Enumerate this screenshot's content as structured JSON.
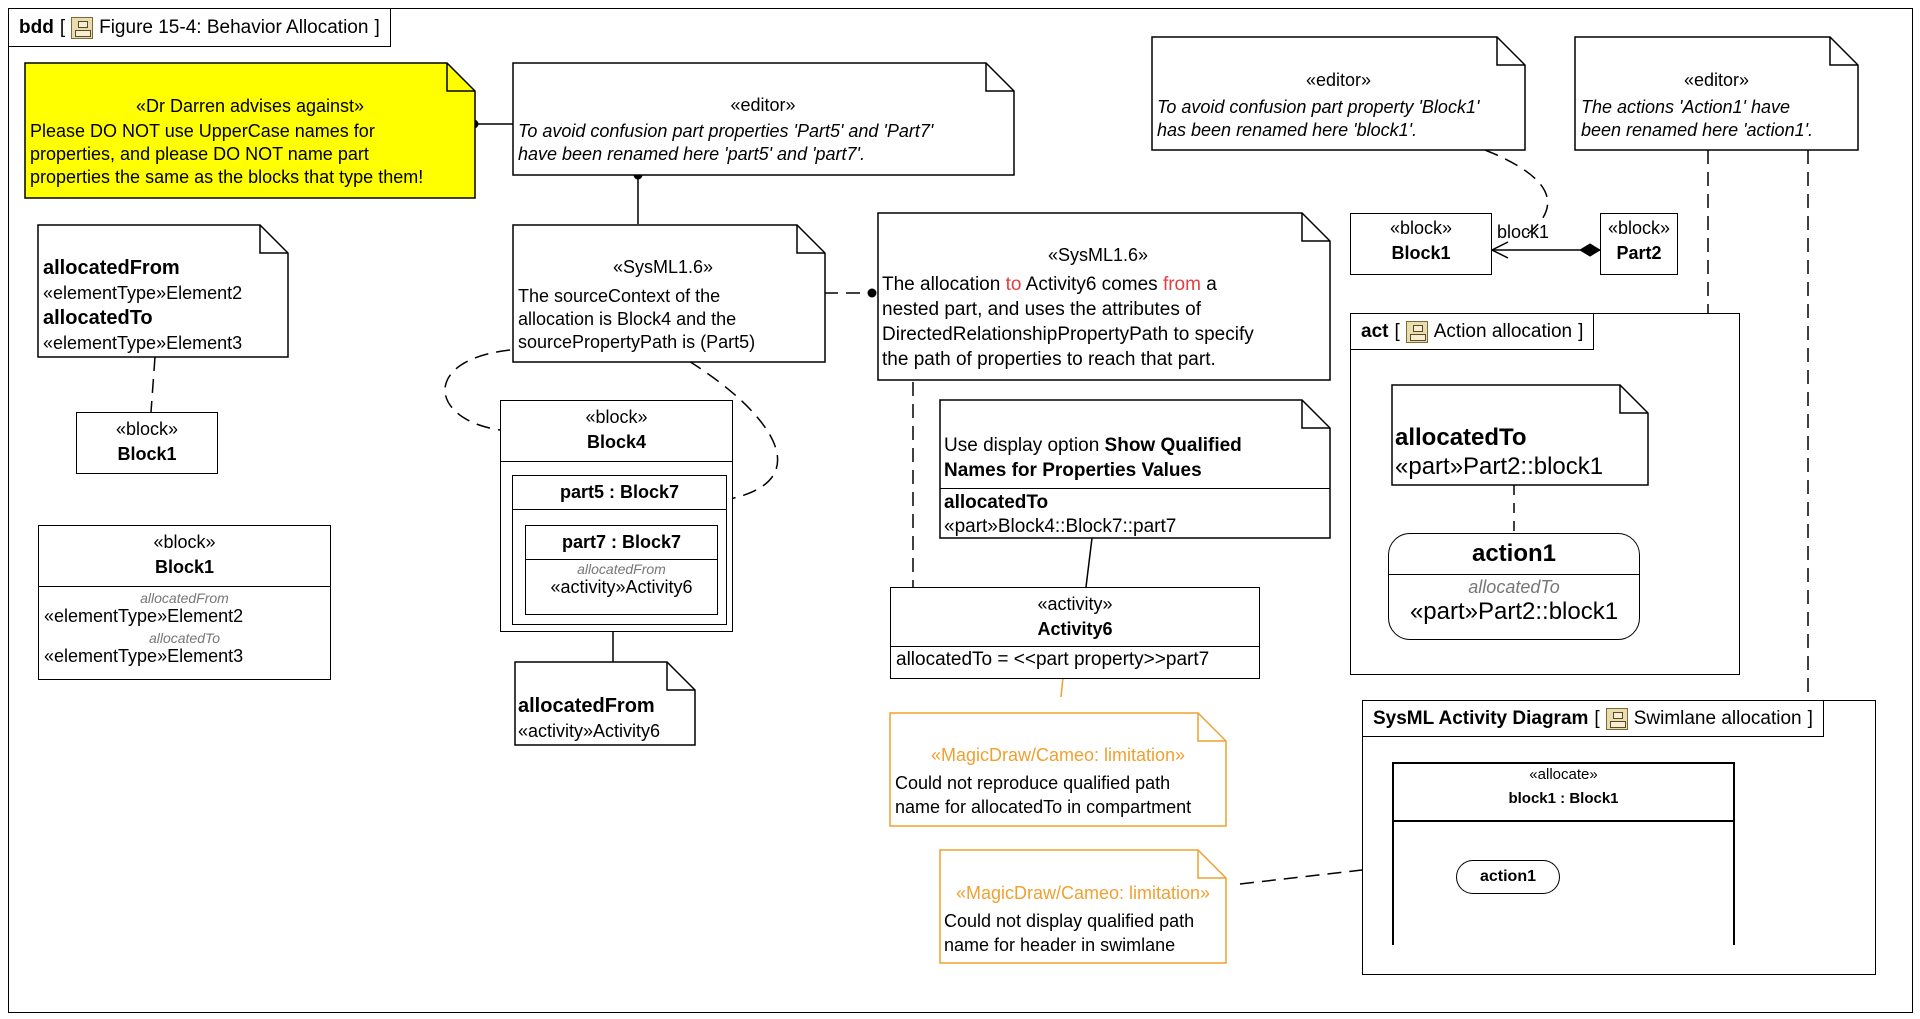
{
  "frame": {
    "kind": "bdd",
    "title": "Figure 15-4: Behavior Allocation"
  },
  "notes": {
    "darren": {
      "stereotype": "«Dr Darren advises against»",
      "lines": [
        "Please DO NOT use UpperCase names for",
        "properties, and please DO NOT name part",
        "properties the same as the blocks that type them!"
      ],
      "fill": "#ffff00"
    },
    "editor_part5": {
      "stereotype": "«editor»",
      "lines": [
        "To avoid confusion part properties 'Part5' and 'Part7'",
        "have been renamed here 'part5' and 'part7'."
      ]
    },
    "editor_block1": {
      "stereotype": "«editor»",
      "lines": [
        "To avoid confusion part property 'Block1'",
        "has been renamed here 'block1'."
      ]
    },
    "editor_action1": {
      "stereotype": "«editor»",
      "lines": [
        "The actions 'Action1' have",
        "been renamed here 'action1'."
      ]
    },
    "alloc_element": {
      "label1": "allocatedFrom",
      "value1": "«elementType»Element2",
      "label2": "allocatedTo",
      "value2": "«elementType»Element3"
    },
    "sysml_source": {
      "stereotype": "«SysML1.6»",
      "lines": [
        "The sourceContext of the",
        "allocation is Block4 and the",
        "sourcePropertyPath is (Part5)"
      ]
    },
    "sysml_nested": {
      "stereotype": "«SysML1.6»",
      "line1_a": "The allocation ",
      "line1_to": "to",
      "line1_b": " Activity6 comes ",
      "line1_from": "from",
      "line1_c": " a",
      "lines": [
        "nested part, and uses the attributes of",
        "DirectedRelationshipPropertyPath to specify",
        "the path of properties to reach that part."
      ]
    },
    "display_option": {
      "text_a": "Use display option ",
      "text_b": "Show Qualified",
      "text_c": "Names for Properties Values",
      "label": "allocatedTo",
      "value": "«part»Block4::Block7::part7"
    },
    "alloc_from_activity": {
      "label": "allocatedFrom",
      "value": "«activity»Activity6"
    },
    "magic_1": {
      "stereotype": "«MagicDraw/Cameo: limitation»",
      "lines": [
        "Could not reproduce qualified path",
        "name for allocatedTo in compartment"
      ]
    },
    "magic_2": {
      "stereotype": "«MagicDraw/Cameo: limitation»",
      "lines": [
        "Could not display qualified path",
        "name for header in swimlane"
      ]
    },
    "act_alloc": {
      "label": "allocatedTo",
      "value": "«part»Part2::block1"
    }
  },
  "blocks": {
    "block1_small": {
      "stereotype": "«block»",
      "name": "Block1"
    },
    "block1_comp": {
      "stereotype": "«block»",
      "name": "Block1",
      "comp1_label": "allocatedFrom",
      "comp1_value": "«elementType»Element2",
      "comp2_label": "allocatedTo",
      "comp2_value": "«elementType»Element3"
    },
    "block4": {
      "stereotype": "«block»",
      "name": "Block4",
      "part5": "part5 : Block7",
      "part7": "part7 : Block7",
      "part7_comp_label": "allocatedFrom",
      "part7_comp_value": "«activity»Activity6"
    },
    "activity6": {
      "stereotype": "«activity»",
      "name": "Activity6",
      "compartment": "allocatedTo = <<part property>>part7"
    },
    "block1_right": {
      "stereotype": "«block»",
      "name": "Block1"
    },
    "part2": {
      "stereotype": "«block»",
      "name": "Part2"
    },
    "assoc_role": "block1"
  },
  "act_frame": {
    "kind": "act",
    "title": "Action allocation",
    "action": {
      "name": "action1",
      "comp_label": "allocatedTo",
      "comp_value": "«part»Part2::block1"
    }
  },
  "swim_frame": {
    "kind": "SysML Activity Diagram",
    "title": "Swimlane allocation",
    "lane_stereotype": "«allocate»",
    "lane_name": "block1 : Block1",
    "action": "action1"
  },
  "colors": {
    "note_yellow": "#ffff00",
    "limitation_orange": "#f0a030",
    "highlight_red": "#e04040"
  },
  "icons": [
    "diagram-frame-icon",
    "activity-frame-icon"
  ]
}
